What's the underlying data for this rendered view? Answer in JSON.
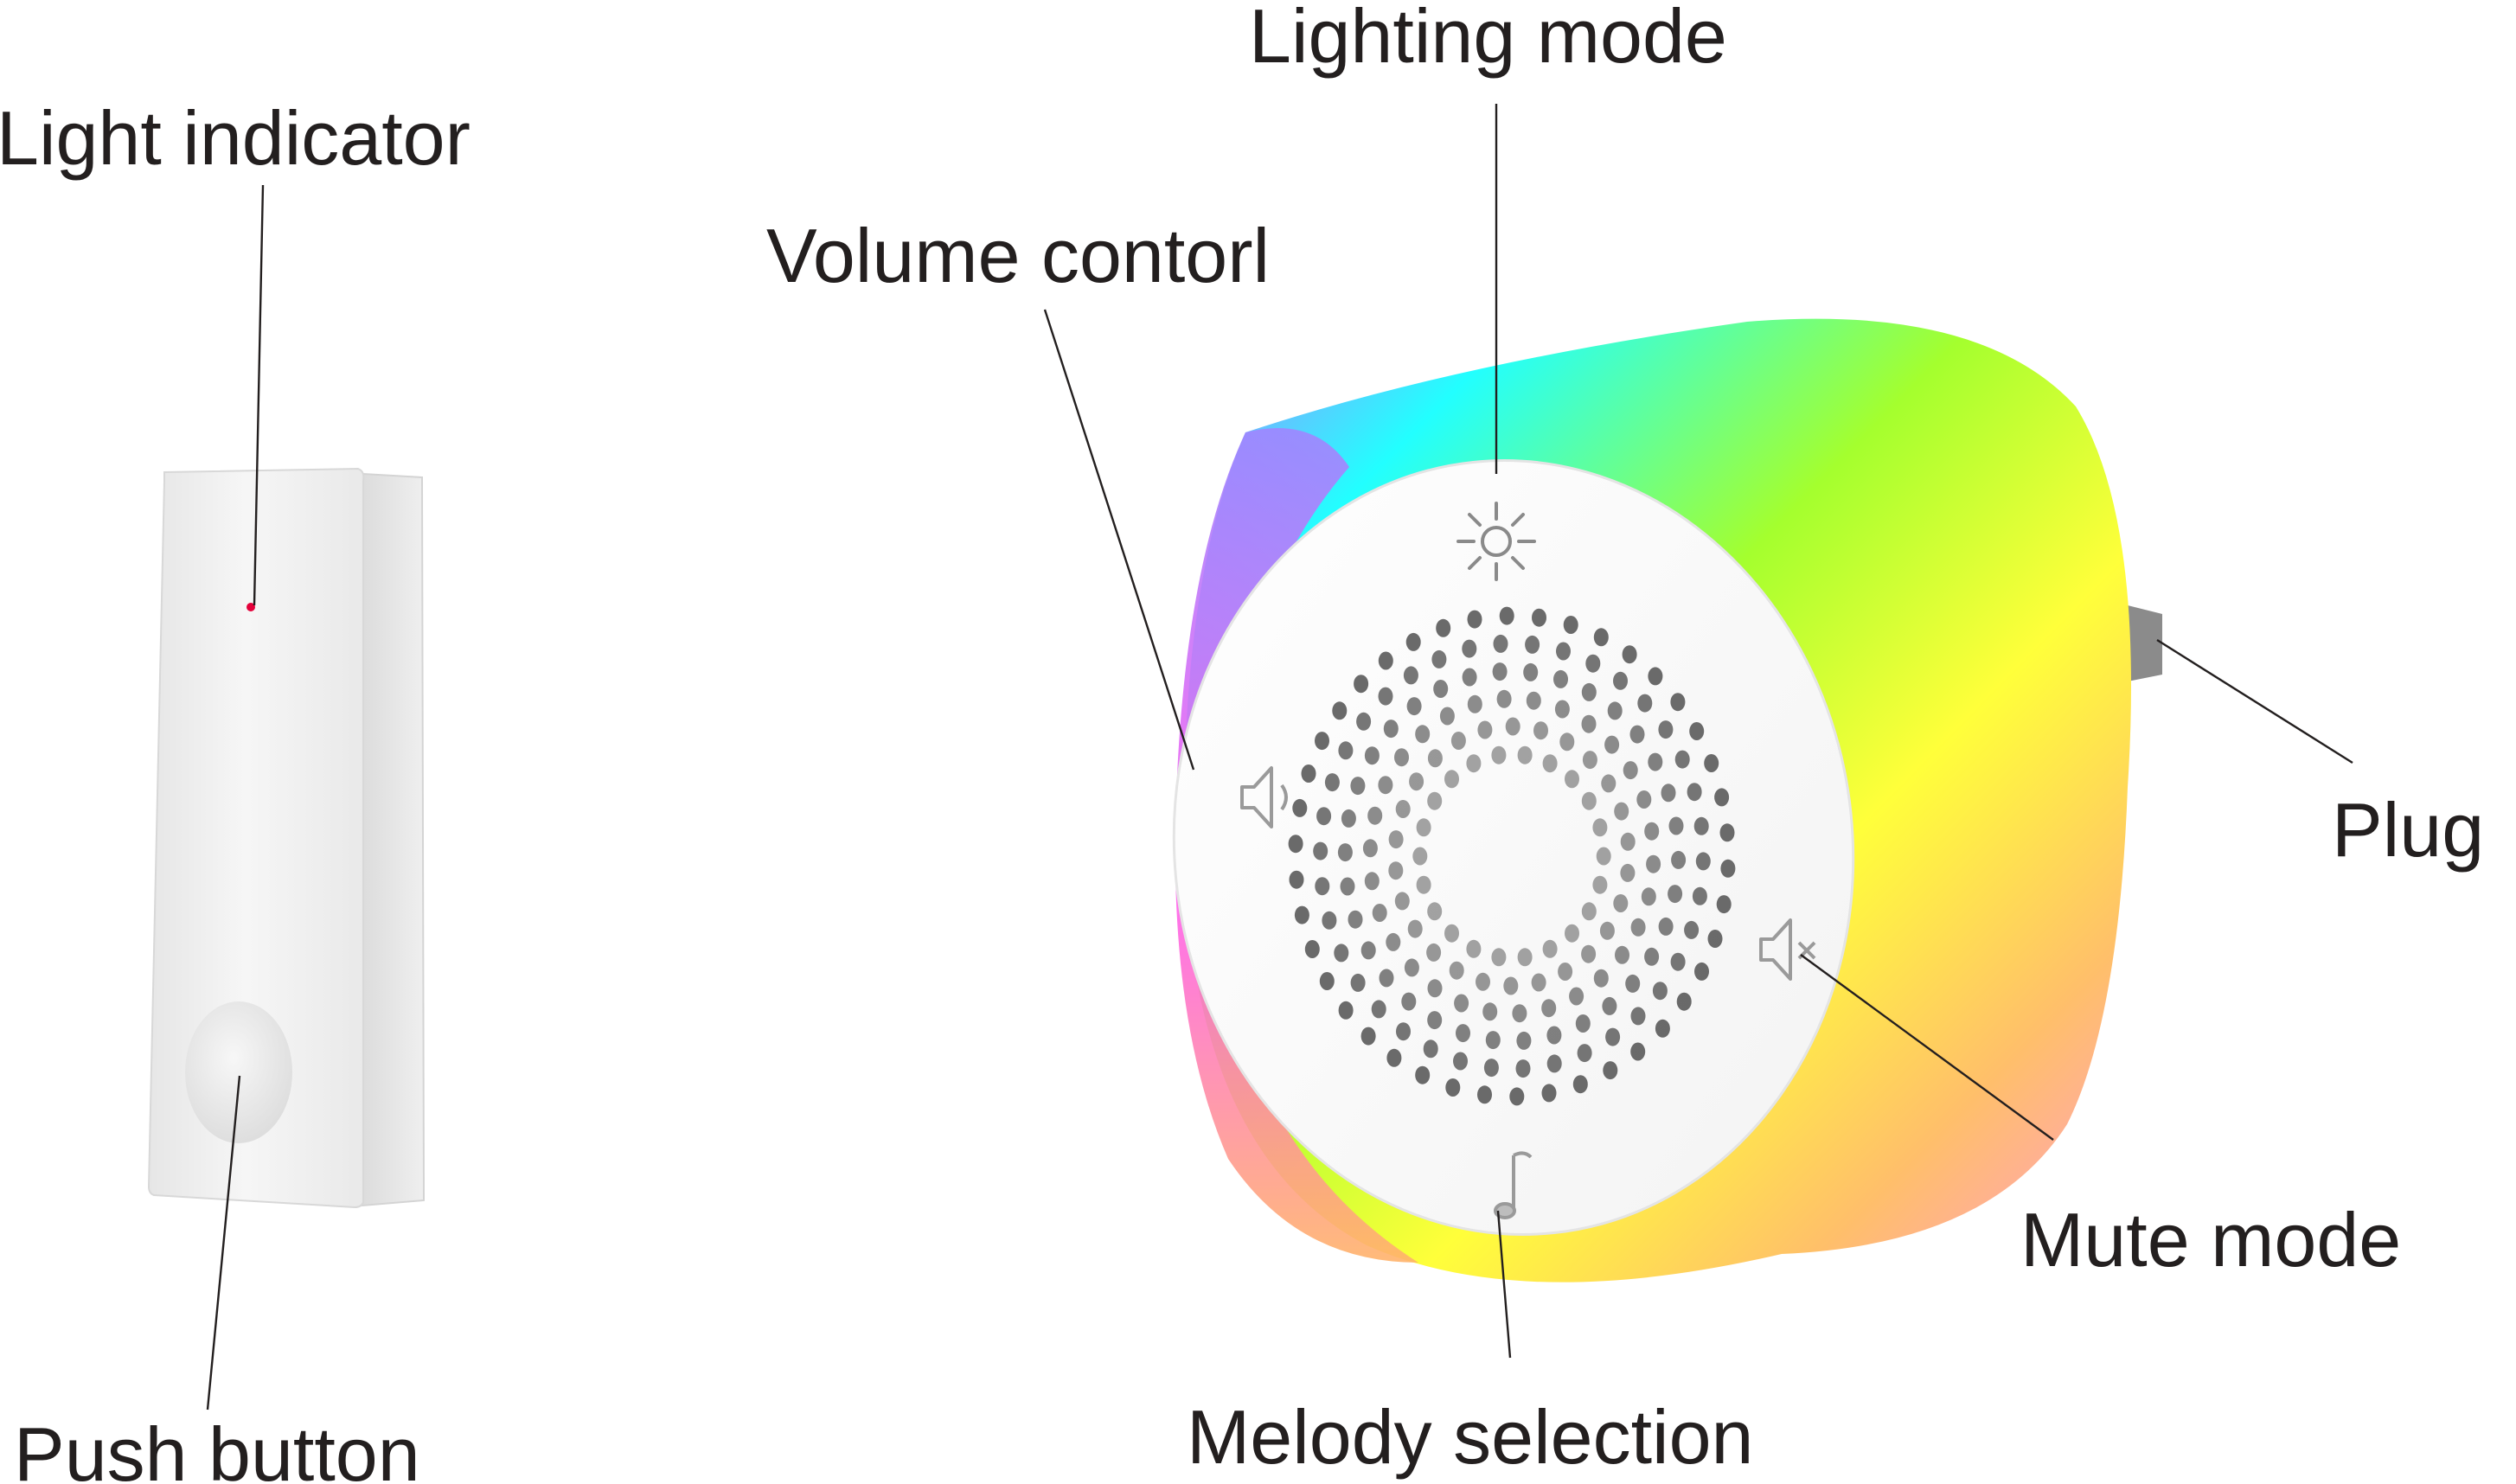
{
  "labels": {
    "light_indicator": "Light indicator",
    "push_button": "Push button",
    "lighting_mode": "Lighting mode",
    "volume_control": "Volume contorl",
    "plug": "Plug",
    "mute_mode": "Mute mode",
    "melody_selection": "Melody selection"
  },
  "colors": {
    "label_text": "#231f1f",
    "indicator_led": "#e4003a",
    "transmitter_body": "#ededed",
    "speaker_face": "#ffffff",
    "speaker_holes": "#5a5a5a",
    "rgb_ring": [
      "#22ffff",
      "#a57bff",
      "#ff5cf0",
      "#ffb86a",
      "#ffff3a",
      "#9dff2e"
    ]
  },
  "icons": [
    "sun-icon",
    "volume-icon",
    "mute-icon",
    "music-note-icon"
  ]
}
